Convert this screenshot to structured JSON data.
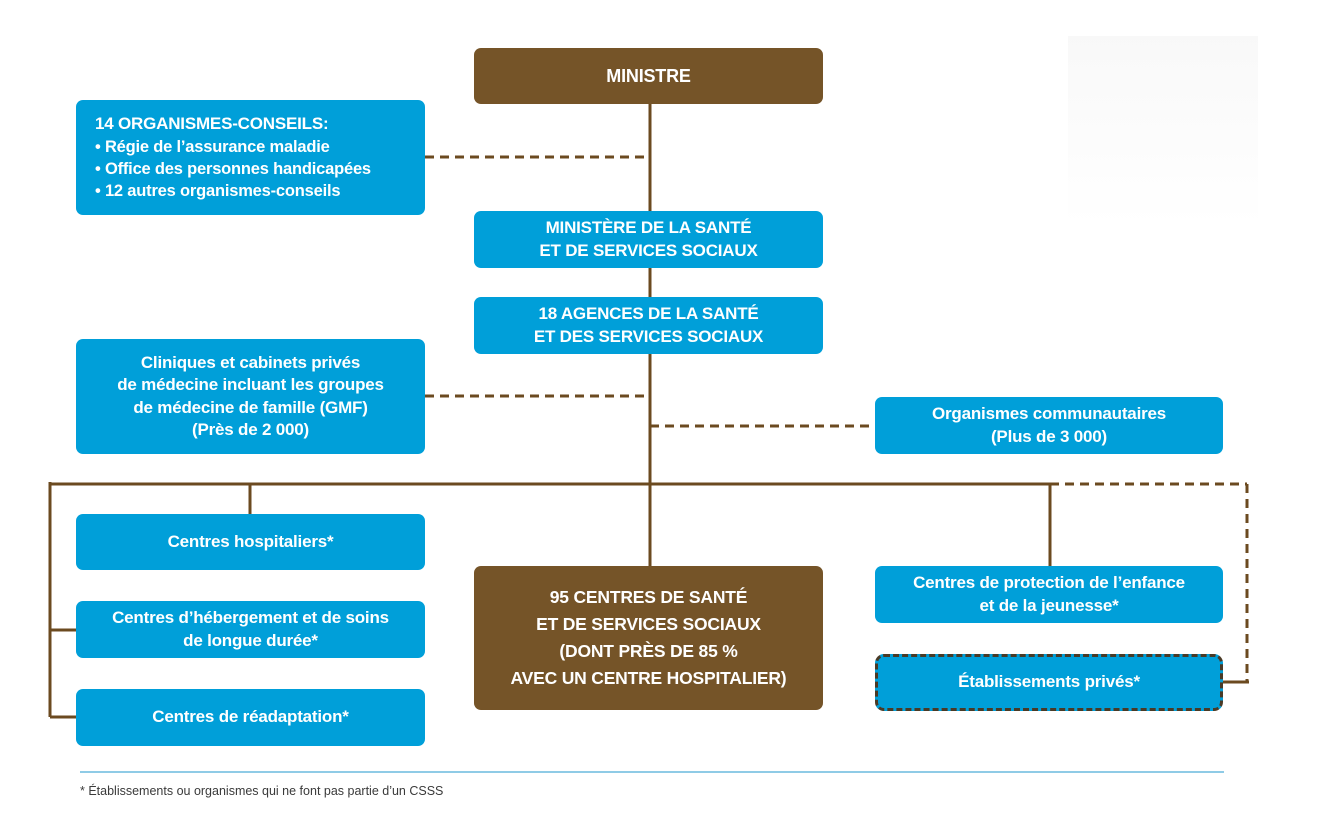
{
  "colors": {
    "brown": "#755428",
    "blue": "#009fd9",
    "connector": "#6b4a20",
    "footnote_rule": "#8fcbe6"
  },
  "nodes": {
    "minister": {
      "lines": [
        "MINISTRE"
      ]
    },
    "organismes_conseils": {
      "heading": "14 ORGANISMES-CONSEILS:",
      "items": [
        "• Régie de l’assurance maladie",
        "• Office des personnes handicapées",
        "• 12 autres organismes-conseils"
      ]
    },
    "ministere": {
      "lines": [
        "MINISTÈRE DE LA SANTÉ",
        "ET DE SERVICES SOCIAUX"
      ]
    },
    "agences": {
      "lines": [
        "18 AGENCES DE LA SANTÉ",
        "ET DES SERVICES SOCIAUX"
      ]
    },
    "cliniques": {
      "lines": [
        "Cliniques et cabinets privés",
        "de médecine incluant les groupes",
        "de médecine de famille (GMF)",
        "(Près de 2 000)"
      ]
    },
    "communautaires": {
      "lines": [
        "Organismes communautaires",
        "(Plus de 3 000)"
      ]
    },
    "centres_hospitaliers": {
      "lines": [
        "Centres hospitaliers*"
      ]
    },
    "chsld": {
      "lines": [
        "Centres d’hébergement et de soins",
        "de longue durée*"
      ]
    },
    "readaptation": {
      "lines": [
        "Centres de réadaptation*"
      ]
    },
    "csss": {
      "lines": [
        "95 CENTRES DE SANTÉ",
        "ET DE SERVICES SOCIAUX",
        "(DONT PRÈS DE 85 %",
        "AVEC UN CENTRE HOSPITALIER)"
      ]
    },
    "protection_jeunesse": {
      "lines": [
        "Centres de protection de l’enfance",
        "et de la jeunesse*"
      ]
    },
    "prives": {
      "lines": [
        "Établissements privés*"
      ]
    }
  },
  "footnote": "* Établissements ou organismes qui ne font pas partie d’un CSSS"
}
